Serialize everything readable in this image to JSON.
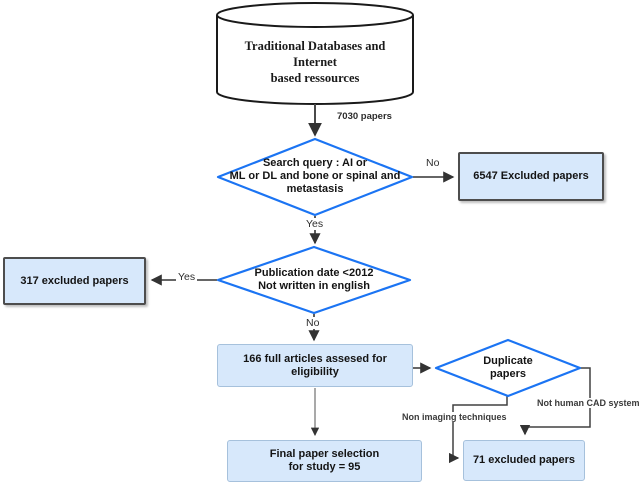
{
  "nodes": {
    "database": {
      "line1": "Traditional Databases and Internet",
      "line2": "based ressources"
    },
    "search_query": {
      "line1": "Search query : AI or",
      "line2": "ML or DL and bone or spinal and",
      "line3": "metastasis"
    },
    "excluded_6547": {
      "label": "6547 Excluded papers"
    },
    "publication_date": {
      "line1": "Publication date <2012",
      "line2": "Not written in english"
    },
    "excluded_317": {
      "label": "317 excluded papers"
    },
    "full_articles": {
      "line1": "166 full articles assesed for",
      "line2": "eligibility"
    },
    "duplicate_papers": {
      "line1": "Duplicate",
      "line2": "papers"
    },
    "excluded_71": {
      "label": "71 excluded papers"
    },
    "final_selection": {
      "line1": "Final paper selection",
      "line2": "for study = 95"
    }
  },
  "edge_labels": {
    "papers_count": "7030 papers",
    "no_search": "No",
    "yes_search": "Yes",
    "yes_publication": "Yes",
    "no_publication": "No",
    "non_imaging": "Non imaging techniques",
    "not_human_cad": "Not human CAD system"
  },
  "colors": {
    "diamond_border": "#1b74f3",
    "box_fill": "#d7e8fb",
    "box_border_dark": "#4d4d4d",
    "box_border_light": "#a6c1dc",
    "connector": "#3d3d3d"
  }
}
